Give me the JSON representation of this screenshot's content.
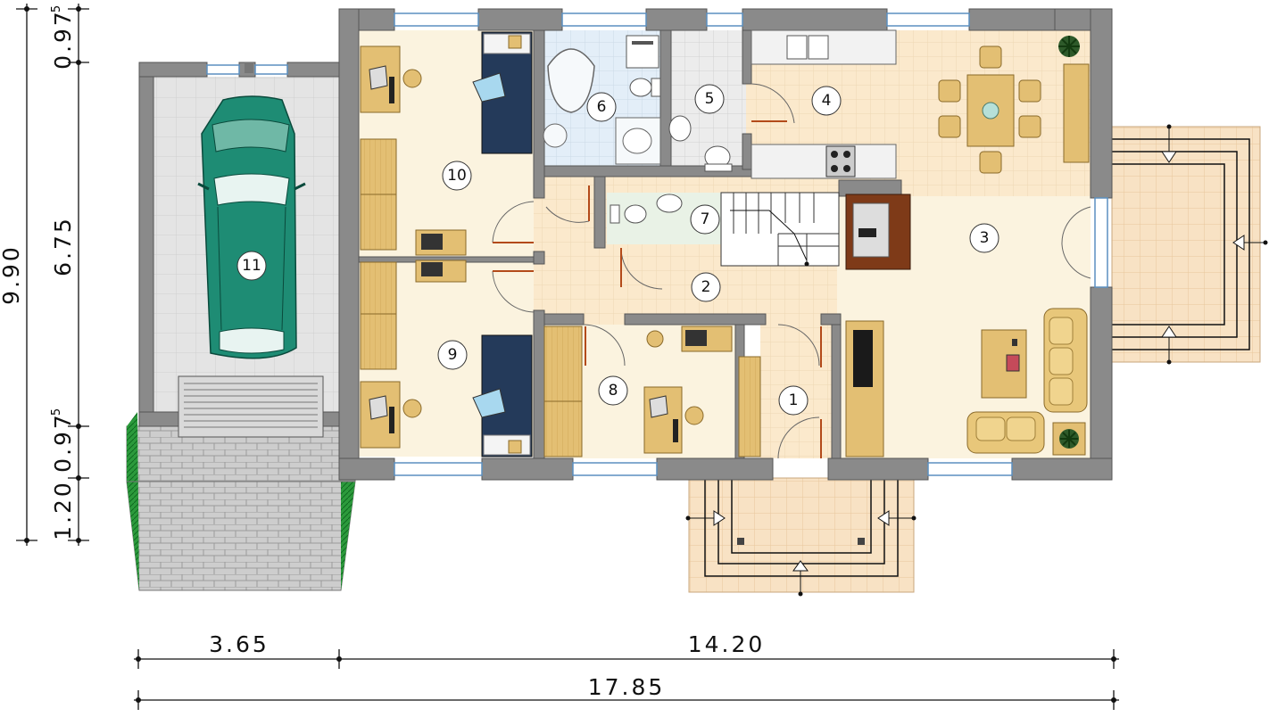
{
  "colors": {
    "wall": "#8a8a8a",
    "wall_edge": "#555555",
    "floor_cream": "#fbf3df",
    "floor_tile": "#fbe9cc",
    "floor_blue": "#e3eef8",
    "garage_floor": "#e6e6e6",
    "terrace": "#f8e0bf",
    "paving": "#cfcfcf",
    "furniture_wood": "#dcb566",
    "bed_blue": "#243a5a",
    "car": "#1e8c74",
    "lawn": "#2c9a3c",
    "door_mark": "#b34a1a",
    "fireplace": "#8a3a1a"
  },
  "rooms": [
    {
      "number": "1"
    },
    {
      "number": "2"
    },
    {
      "number": "3"
    },
    {
      "number": "4"
    },
    {
      "number": "5"
    },
    {
      "number": "6"
    },
    {
      "number": "7"
    },
    {
      "number": "8"
    },
    {
      "number": "9"
    },
    {
      "number": "10"
    },
    {
      "number": "11"
    }
  ],
  "dimensions": {
    "horizontal": {
      "garage_width": "3.65",
      "house_width": "14.20",
      "total_width": "17.85"
    },
    "vertical": {
      "total_depth": "9.90",
      "top_offset": "0.97",
      "top_offset_sup": "5",
      "main_depth": "6.75",
      "lower_offset": "0.97",
      "lower_offset_sup": "5",
      "driveway_depth": "1.20"
    }
  },
  "icons": [
    "car-icon",
    "bed-icon",
    "desk-icon",
    "sofa-icon",
    "dining-table-icon",
    "bathtub-icon",
    "toilet-icon",
    "sink-icon",
    "stairs-icon",
    "fireplace-icon",
    "plant-icon",
    "garage-door-icon"
  ]
}
